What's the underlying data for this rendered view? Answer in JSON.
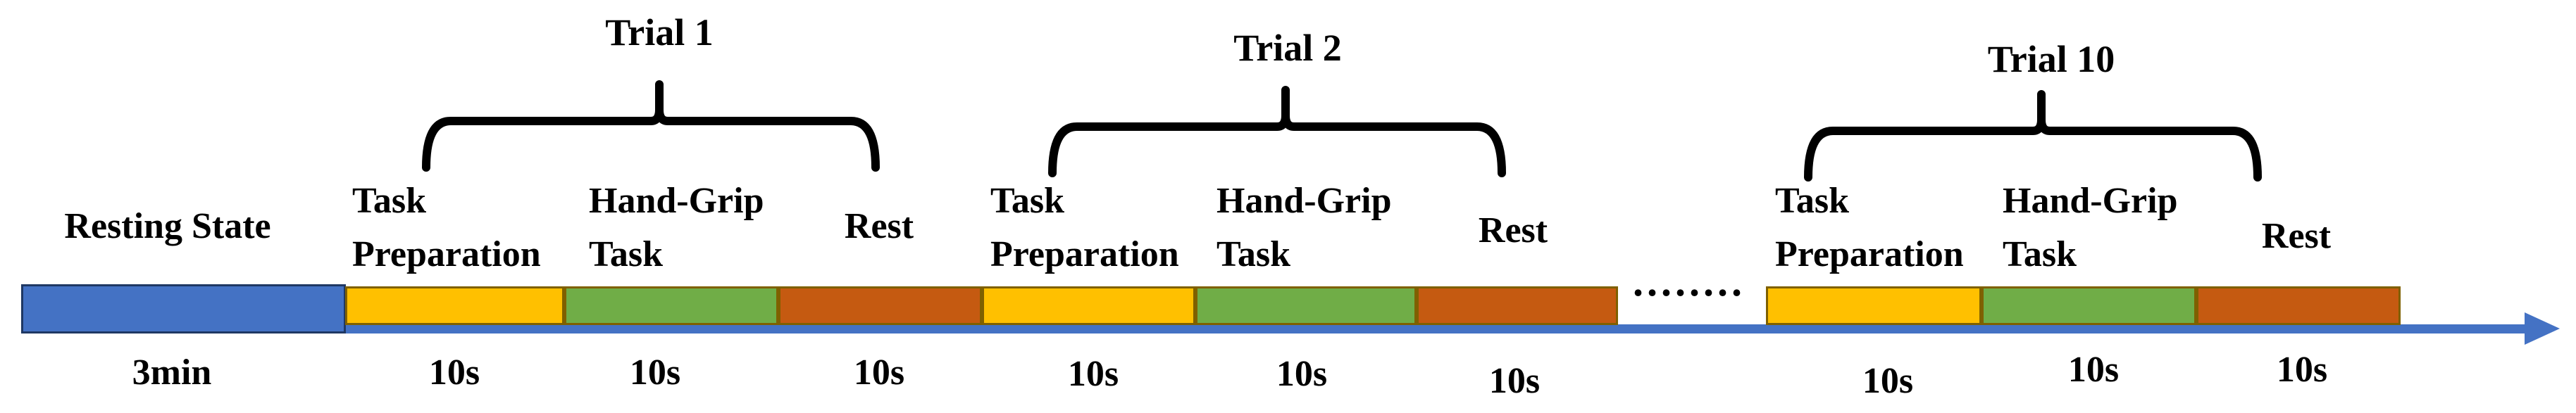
{
  "colors": {
    "resting": "#4472C4",
    "task_preparation": "#FFC000",
    "hand_grip_task": "#70AD47",
    "rest": "#C55A11",
    "timeline_arrow": "#4472C4",
    "segment_border": "#7F6000",
    "resting_border": "#1F3864",
    "brace": "#000000",
    "text": "#000000"
  },
  "resting": {
    "label": "Resting State",
    "duration": "3min"
  },
  "trials": [
    {
      "title": "Trial 1",
      "phases": [
        {
          "label": "Task Preparation",
          "duration": "10s"
        },
        {
          "label": "Hand-Grip Task",
          "duration": "10s"
        },
        {
          "label": "Rest",
          "duration": "10s"
        }
      ]
    },
    {
      "title": "Trial 2",
      "phases": [
        {
          "label": "Task Preparation",
          "duration": "10s"
        },
        {
          "label": "Hand-Grip Task",
          "duration": "10s"
        },
        {
          "label": "Rest",
          "duration": "10s"
        }
      ]
    },
    {
      "title": "Trial 10",
      "phases": [
        {
          "label": "Task Preparation",
          "duration": "10s"
        },
        {
          "label": "Hand-Grip Task",
          "duration": "10s"
        },
        {
          "label": "Rest",
          "duration": "10s"
        }
      ]
    }
  ],
  "ellipsis": "........"
}
